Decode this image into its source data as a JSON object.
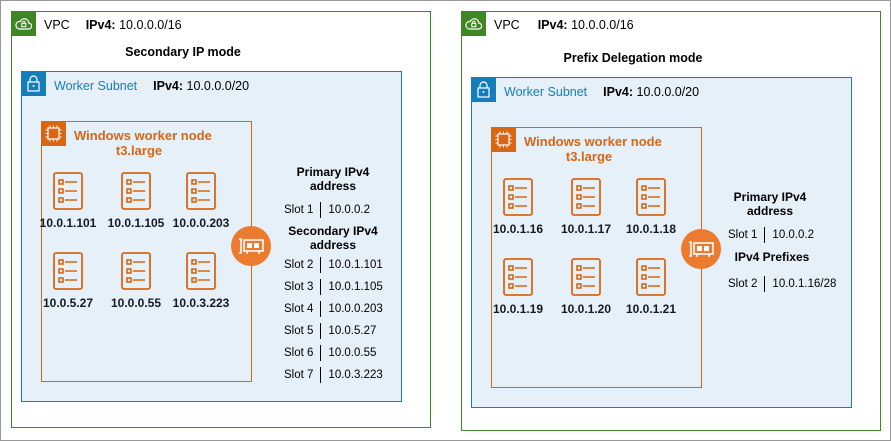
{
  "colors": {
    "vpc": "#3f8624",
    "subnet": "#147eba",
    "node": "#d86613",
    "eni": "#ed7b2f",
    "subnet_fill": "#e6f0f8"
  },
  "icons": {
    "vpc": "cloud-lock-icon",
    "subnet": "lock-icon",
    "node": "chip-icon",
    "pod": "list-icon",
    "eni": "network-interface-icon"
  },
  "left": {
    "vpc_label": "VPC",
    "vpc_ipv4_key": "IPv4:",
    "vpc_ipv4": " 10.0.0.0/16",
    "title": "Secondary IP mode",
    "subnet_label": "Worker Subnet",
    "subnet_ipv4_key": "IPv4:",
    "subnet_ipv4": " 10.0.0.0/20",
    "node_title": "Windows worker node",
    "node_type": "t3.large",
    "pods": [
      "10.0.1.101",
      "10.0.1.105",
      "10.0.0.203",
      "10.0.5.27",
      "10.0.0.55",
      "10.0.3.223"
    ],
    "primary_label": "Primary IPv4 address",
    "primary_slot": {
      "slot": "Slot 1",
      "value": "10.0.0.2"
    },
    "secondary_label": "Secondary IPv4 address",
    "secondary_slots": [
      {
        "slot": "Slot 2",
        "value": "10.0.1.101"
      },
      {
        "slot": "Slot 3",
        "value": "10.0.1.105"
      },
      {
        "slot": "Slot 4",
        "value": "10.0.0.203"
      },
      {
        "slot": "Slot 5",
        "value": "10.0.5.27"
      },
      {
        "slot": "Slot 6",
        "value": "10.0.0.55"
      },
      {
        "slot": "Slot 7",
        "value": "10.0.3.223"
      }
    ]
  },
  "right": {
    "vpc_label": "VPC",
    "vpc_ipv4_key": "IPv4:",
    "vpc_ipv4": " 10.0.0.0/16",
    "title": "Prefix Delegation mode",
    "subnet_label": "Worker Subnet",
    "subnet_ipv4_key": "IPv4:",
    "subnet_ipv4": " 10.0.0.0/20",
    "node_title": "Windows worker node",
    "node_type": "t3.large",
    "pods": [
      "10.0.1.16",
      "10.0.1.17",
      "10.0.1.18",
      "10.0.1.19",
      "10.0.1.20",
      "10.0.1.21"
    ],
    "primary_label": "Primary IPv4 address",
    "primary_slot": {
      "slot": "Slot 1",
      "value": "10.0.0.2"
    },
    "prefix_label": "IPv4 Prefixes",
    "prefix_slots": [
      {
        "slot": "Slot 2",
        "value": "10.0.1.16/28"
      }
    ]
  }
}
